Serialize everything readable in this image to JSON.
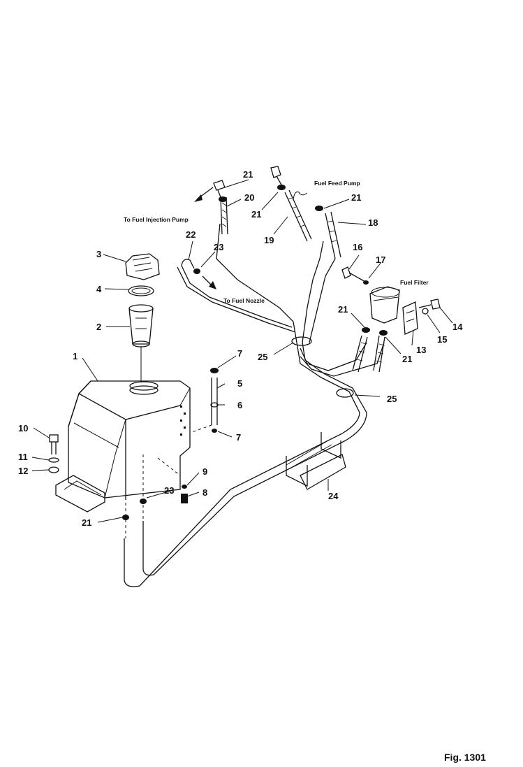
{
  "figure": {
    "label": "Fig. 1301"
  },
  "notes": {
    "fuel_injection_pump": "To Fuel Injection Pump",
    "fuel_feed_pump": "Fuel Feed Pump",
    "fuel_nozzle": "To Fuel Nozzle",
    "fuel_filter": "Fuel Filter"
  },
  "callouts": [
    {
      "id": "c1",
      "label": "1"
    },
    {
      "id": "c2",
      "label": "2"
    },
    {
      "id": "c3",
      "label": "3"
    },
    {
      "id": "c4",
      "label": "4"
    },
    {
      "id": "c5",
      "label": "5"
    },
    {
      "id": "c6",
      "label": "6"
    },
    {
      "id": "c7a",
      "label": "7"
    },
    {
      "id": "c7b",
      "label": "7"
    },
    {
      "id": "c8",
      "label": "8"
    },
    {
      "id": "c9",
      "label": "9"
    },
    {
      "id": "c10",
      "label": "10"
    },
    {
      "id": "c11",
      "label": "11"
    },
    {
      "id": "c12",
      "label": "12"
    },
    {
      "id": "c13",
      "label": "13"
    },
    {
      "id": "c14",
      "label": "14"
    },
    {
      "id": "c15",
      "label": "15"
    },
    {
      "id": "c16",
      "label": "16"
    },
    {
      "id": "c17",
      "label": "17"
    },
    {
      "id": "c18",
      "label": "18"
    },
    {
      "id": "c19",
      "label": "19"
    },
    {
      "id": "c20",
      "label": "20"
    },
    {
      "id": "c21a",
      "label": "21"
    },
    {
      "id": "c21b",
      "label": "21"
    },
    {
      "id": "c21c",
      "label": "21"
    },
    {
      "id": "c21d",
      "label": "21"
    },
    {
      "id": "c21e",
      "label": "21"
    },
    {
      "id": "c21f",
      "label": "21"
    },
    {
      "id": "c22",
      "label": "22"
    },
    {
      "id": "c23a",
      "label": "23"
    },
    {
      "id": "c23b",
      "label": "23"
    },
    {
      "id": "c24",
      "label": "24"
    },
    {
      "id": "c25a",
      "label": "25"
    },
    {
      "id": "c25b",
      "label": "25"
    }
  ]
}
